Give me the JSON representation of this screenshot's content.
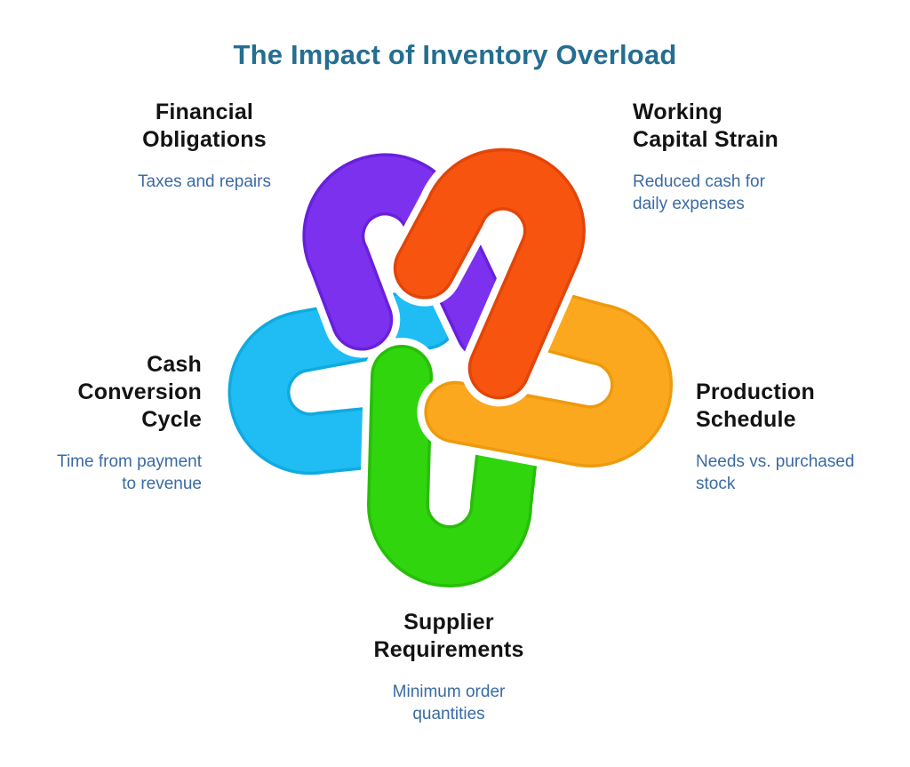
{
  "title": "The Impact of Inventory Overload",
  "colors": {
    "title": "#256E92",
    "heading": "#131313",
    "description": "#3A6AA3",
    "background": "#FFFFFF"
  },
  "items": [
    {
      "id": "financial-obligations",
      "heading": "Financial\nObligations",
      "desc": "Taxes and repairs",
      "loop_color": "#7B31EE"
    },
    {
      "id": "working-capital-strain",
      "heading": "Working\nCapital Strain",
      "desc": "Reduced cash for\ndaily expenses",
      "loop_color": "#F75410"
    },
    {
      "id": "cash-conversion-cycle",
      "heading": "Cash\nConversion\nCycle",
      "desc": "Time from payment\nto revenue",
      "loop_color": "#1FBDF4"
    },
    {
      "id": "production-schedule",
      "heading": "Production\nSchedule",
      "desc": "Needs vs. purchased\nstock",
      "loop_color": "#FBA81E"
    },
    {
      "id": "supplier-requirements",
      "heading": "Supplier\nRequirements",
      "desc": "Minimum order\nquantities",
      "loop_color": "#30D50E"
    }
  ],
  "knot": {
    "loops": [
      {
        "name": "cash-conversion-cycle",
        "color": "#1FBDF4",
        "rim": "#10AADF"
      },
      {
        "name": "supplier-requirements",
        "color": "#30D50E",
        "rim": "#27BE09"
      },
      {
        "name": "production-schedule",
        "color": "#FBA81E",
        "rim": "#EE9A0E"
      },
      {
        "name": "financial-obligations",
        "color": "#7B31EE",
        "rim": "#6820DC"
      },
      {
        "name": "working-capital-strain",
        "color": "#F75410",
        "rim": "#E2450A"
      }
    ]
  }
}
